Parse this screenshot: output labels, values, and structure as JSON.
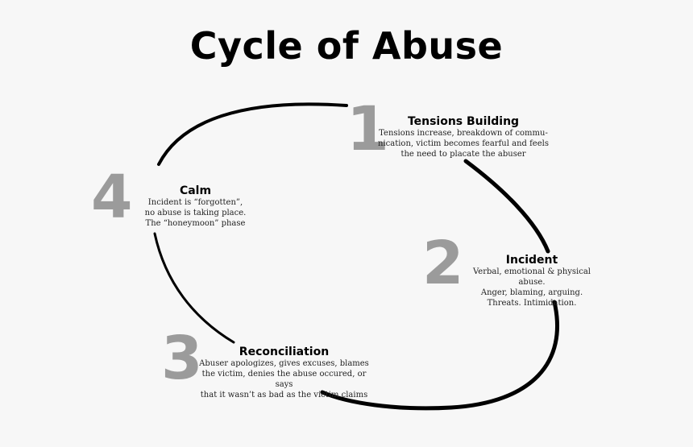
{
  "title": "Cycle of Abuse",
  "stages": [
    {
      "number": "1",
      "heading": "Tensions Building",
      "lines": [
        "Tensions increase, breakdown of commu-",
        "nication, victim becomes fearful and feels",
        "the need to placate the abuser"
      ]
    },
    {
      "number": "2",
      "heading": "Incident",
      "lines": [
        "Verbal, emotional & physical abuse.",
        "Anger, blaming, arguing.",
        "Threats.  Intimidation."
      ]
    },
    {
      "number": "3",
      "heading": "Reconciliation",
      "lines": [
        "Abuser apologizes, gives excuses, blames",
        "the victim, denies the abuse occured, or says",
        "that it wasn’t as bad as the victim claims"
      ]
    },
    {
      "number": "4",
      "heading": "Calm",
      "lines": [
        "Incident is “forgotten”,",
        "no abuse is taking place.",
        "The “honeymoon” phase"
      ]
    }
  ],
  "colors": {
    "background": "#f7f7f7",
    "number": "#9b9b9b",
    "arc": "#000000"
  }
}
